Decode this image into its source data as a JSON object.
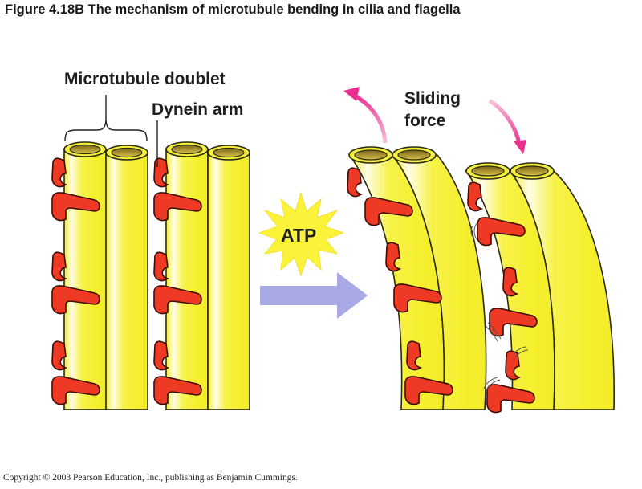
{
  "figure": {
    "title": "Figure 4.18B  The mechanism of microtubule bending in cilia and flagella",
    "copyright": "Copyright © 2003 Pearson Education, Inc., publishing as Benjamin Cummings."
  },
  "labels": {
    "microtubule_doublet": "Microtubule doublet",
    "dynein_arm": "Dynein arm",
    "sliding_force_line1": "Sliding",
    "sliding_force_line2": "force",
    "atp": "ATP"
  },
  "colors": {
    "tube_yellow": "#f5f03a",
    "tube_highlight": "#fffde0",
    "tube_outline": "#2a2a10",
    "tube_inner": "#b89a28",
    "dynein_red": "#ee3a24",
    "sliding_arrow_pink": "#ec2f8e",
    "process_arrow": "#a9a9e6",
    "atp_burst": "#fbf33a"
  },
  "panels": [
    {
      "name": "before",
      "state": "straight doublets, dynein arms at rest"
    },
    {
      "name": "after",
      "state": "bent doublets, dynein arms walking"
    }
  ]
}
